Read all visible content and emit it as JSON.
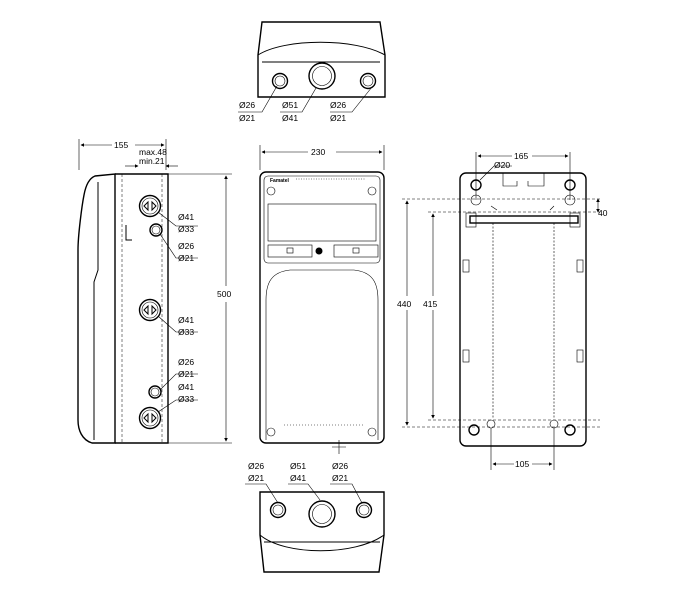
{
  "top_view": {
    "hole_left": {
      "d1": "Ø26",
      "d2": "Ø21"
    },
    "hole_center": {
      "d1": "Ø51",
      "d2": "Ø41"
    },
    "hole_right": {
      "d1": "Ø26",
      "d2": "Ø21"
    }
  },
  "side_view": {
    "width_dim": "155",
    "max_label": "max.48",
    "min_label": "min.21",
    "height_dim": "500",
    "holes": [
      {
        "d1": "Ø41",
        "d2": "Ø33"
      },
      {
        "d1": "Ø26",
        "d2": "Ø21"
      },
      {
        "d1": "Ø41",
        "d2": "Ø33"
      },
      {
        "d1": "Ø26",
        "d2": "Ø21"
      },
      {
        "d1": "Ø41",
        "d2": "Ø33"
      }
    ]
  },
  "front_view": {
    "width_dim": "230",
    "brand": "Famatel"
  },
  "rear_view": {
    "width_dim": "165",
    "hole_dim": "Ø20",
    "side_dim": "40",
    "height_outer": "440",
    "height_inner": "415",
    "bottom_dim": "105"
  },
  "bottom_view": {
    "hole_left": {
      "d1": "Ø26",
      "d2": "Ø21"
    },
    "hole_center": {
      "d1": "Ø51",
      "d2": "Ø41"
    },
    "hole_right": {
      "d1": "Ø26",
      "d2": "Ø21"
    }
  }
}
